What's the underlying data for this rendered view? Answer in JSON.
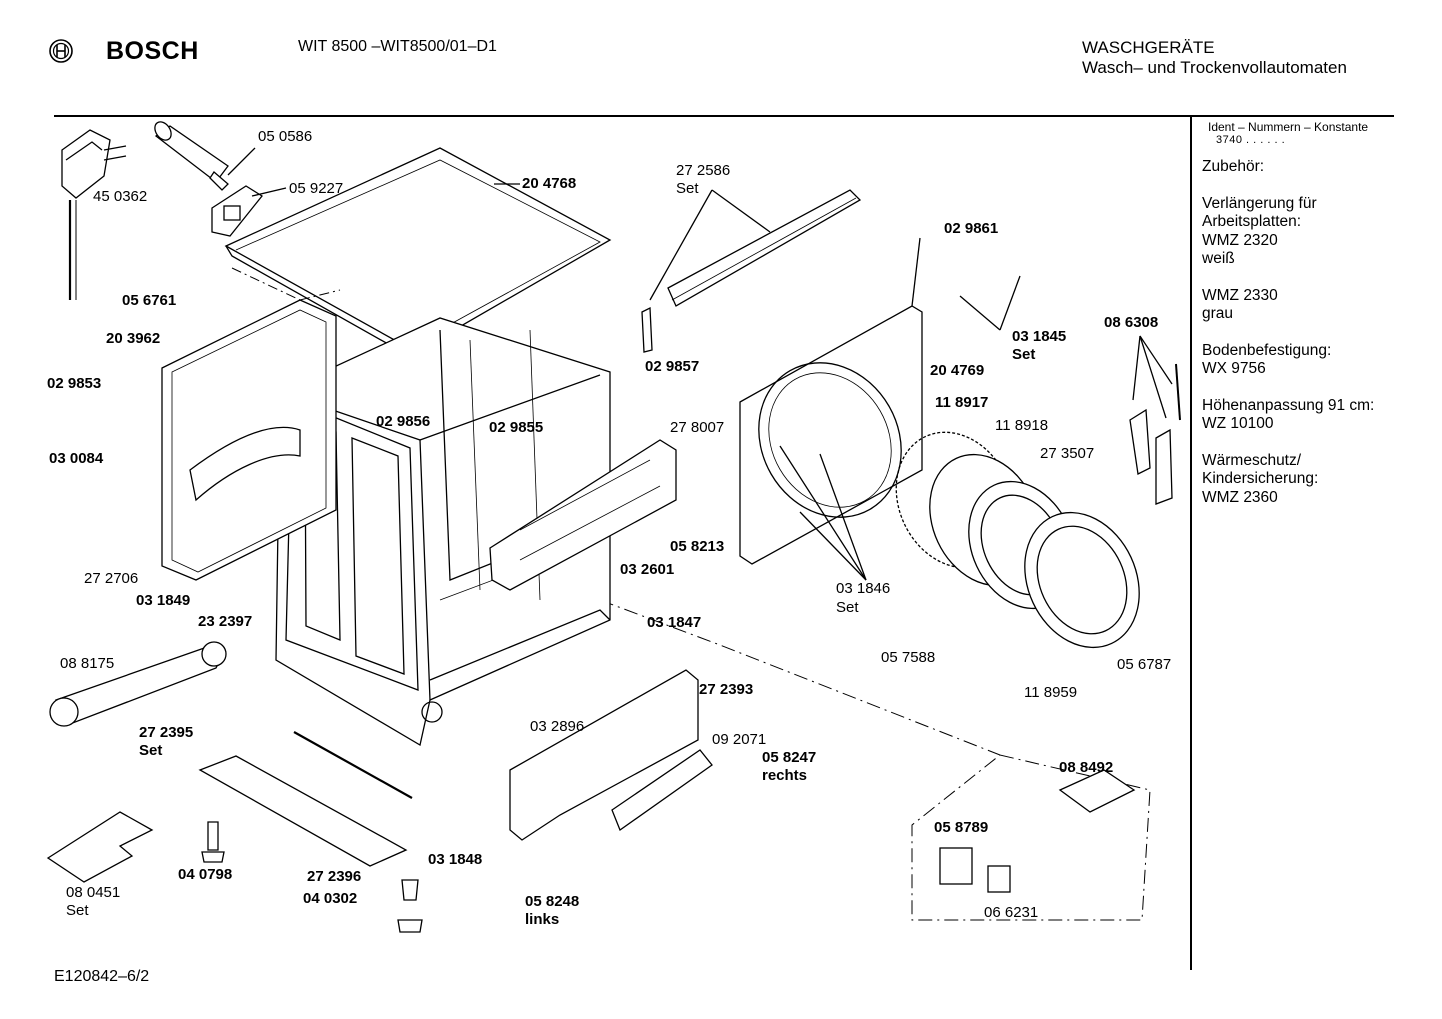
{
  "header": {
    "brand": "BOSCH",
    "model": "WIT 8500 –WIT8500/01–D1",
    "category_line1": "WASCHGERÄTE",
    "category_line2": "Wasch– und Trockenvollautomaten"
  },
  "sidebar": {
    "ident_label": "Ident – Nummern – Konstante",
    "konstante": "3740 . . . . . .",
    "lines": [
      "Zubehör:",
      "",
      "Verlängerung für",
      "Arbeitsplatten:",
      "WMZ 2320",
      "weiß",
      "",
      "WMZ 2330",
      "grau",
      "",
      "Bodenbefestigung:",
      "WX 9756",
      "",
      "Höhenanpassung 91 cm:",
      "WZ 10100",
      "",
      "Wärmeschutz/",
      "Kindersicherung:",
      "WMZ 2360"
    ]
  },
  "parts": [
    {
      "t": "05 0586",
      "b": false
    },
    {
      "t": "45 0362",
      "b": false
    },
    {
      "t": "05 9227",
      "b": false
    },
    {
      "t": "20 4768",
      "b": true
    },
    {
      "t": "27 2586",
      "b": false
    },
    {
      "t": "Set",
      "b": false
    },
    {
      "t": "02 9861",
      "b": true
    },
    {
      "t": "05 6761",
      "b": true
    },
    {
      "t": "20 3962",
      "b": true
    },
    {
      "t": "03 1845",
      "b": true
    },
    {
      "t": "Set",
      "b": true
    },
    {
      "t": "08 6308",
      "b": true
    },
    {
      "t": "02 9853",
      "b": true
    },
    {
      "t": "02 9857",
      "b": true
    },
    {
      "t": "20 4769",
      "b": true
    },
    {
      "t": "02 9856",
      "b": true
    },
    {
      "t": "02 9855",
      "b": true
    },
    {
      "t": "27 8007",
      "b": false
    },
    {
      "t": "11 8917",
      "b": true
    },
    {
      "t": "11 8918",
      "b": false
    },
    {
      "t": "03 0084",
      "b": true
    },
    {
      "t": "27 3507",
      "b": false
    },
    {
      "t": "05 8213",
      "b": true
    },
    {
      "t": "27 2706",
      "b": false
    },
    {
      "t": "03 2601",
      "b": true
    },
    {
      "t": "03 1846",
      "b": false
    },
    {
      "t": "Set",
      "b": false
    },
    {
      "t": "03 1849",
      "b": true
    },
    {
      "t": "23 2397",
      "b": true
    },
    {
      "t": "03 1847",
      "b": true
    },
    {
      "t": "05 7588",
      "b": false
    },
    {
      "t": "05 6787",
      "b": false
    },
    {
      "t": "08 8175",
      "b": false
    },
    {
      "t": "27 2393",
      "b": true
    },
    {
      "t": "11 8959",
      "b": false
    },
    {
      "t": "03 2896",
      "b": false
    },
    {
      "t": "27 2395",
      "b": true
    },
    {
      "t": "Set",
      "b": true
    },
    {
      "t": "09 2071",
      "b": false
    },
    {
      "t": "05 8247",
      "b": true
    },
    {
      "t": "rechts",
      "b": true
    },
    {
      "t": "08 8492",
      "b": true
    },
    {
      "t": "05 8789",
      "b": true
    },
    {
      "t": "03 1848",
      "b": true
    },
    {
      "t": "04 0798",
      "b": true
    },
    {
      "t": "27 2396",
      "b": true
    },
    {
      "t": "04 0302",
      "b": true
    },
    {
      "t": "05 8248",
      "b": true
    },
    {
      "t": "links",
      "b": true
    },
    {
      "t": "08 0451",
      "b": false
    },
    {
      "t": "Set",
      "b": false
    },
    {
      "t": "06 6231",
      "b": false
    }
  ],
  "footer": {
    "code": "E120842–6/2"
  }
}
